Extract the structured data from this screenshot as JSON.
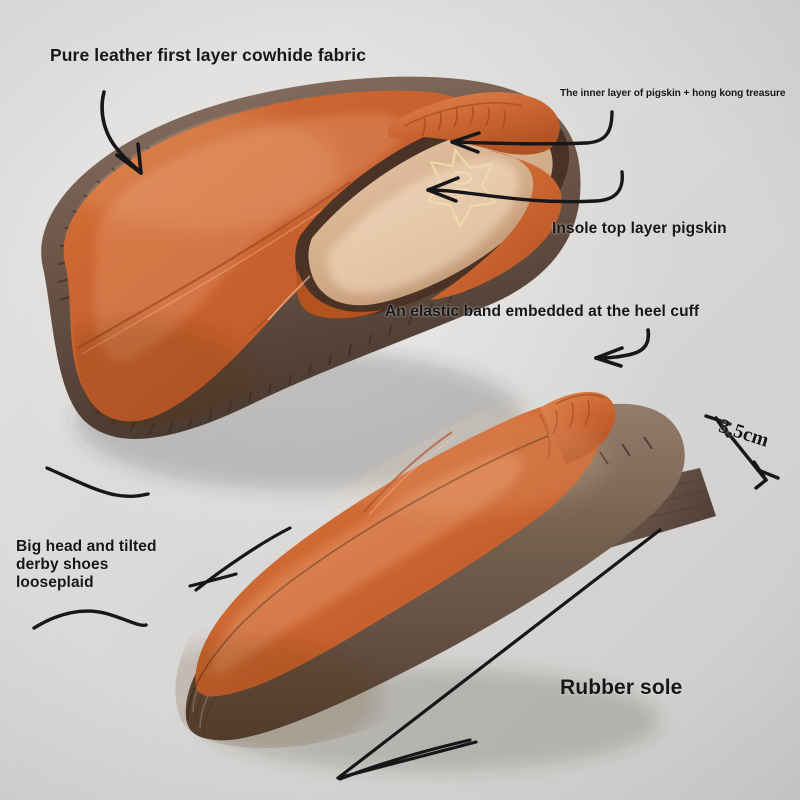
{
  "image": {
    "subject": "orange leather derby slip-on shoes",
    "background_color": "#dcdbd9",
    "view_count": 2
  },
  "palette": {
    "leather_orange": "#c9622f",
    "leather_orange_light": "#d9783f",
    "leather_orange_dark": "#a84c23",
    "sole_brown": "#6b5347",
    "sole_brown_light": "#8d7667",
    "sole_brown_dark": "#4c3b32",
    "insole_tan": "#c9a484",
    "insole_tan_light": "#e0c2a4",
    "annotation_ink": "#17171a",
    "logo_gold": "#e8d49a"
  },
  "annotations": [
    {
      "id": "leather-top",
      "label": "Pure leather first layer cowhide fabric",
      "marker": "arrow-down"
    },
    {
      "id": "inner-lining",
      "label": "The inner layer of pigskin + hong kong treasure",
      "marker": "arrow-left-long"
    },
    {
      "id": "insole",
      "label": "Insole top layer pigskin",
      "marker": "arrow-left-long"
    },
    {
      "id": "heel-elastic",
      "label": "An elastic band embedded at the heel cuff",
      "marker": "arrow-curve-down-left"
    },
    {
      "id": "derby-fit",
      "label": "Big head and tilted\nderby shoes\nlooseplaid",
      "marker": "squiggle-pair"
    },
    {
      "id": "heel-height",
      "label": "3.5cm",
      "marker": "dimension-caliper"
    },
    {
      "id": "rubber-sole",
      "label": "Rubber sole",
      "marker": "arrow-long-diagonal"
    }
  ],
  "measurements": {
    "heel_height": "3.5cm"
  }
}
